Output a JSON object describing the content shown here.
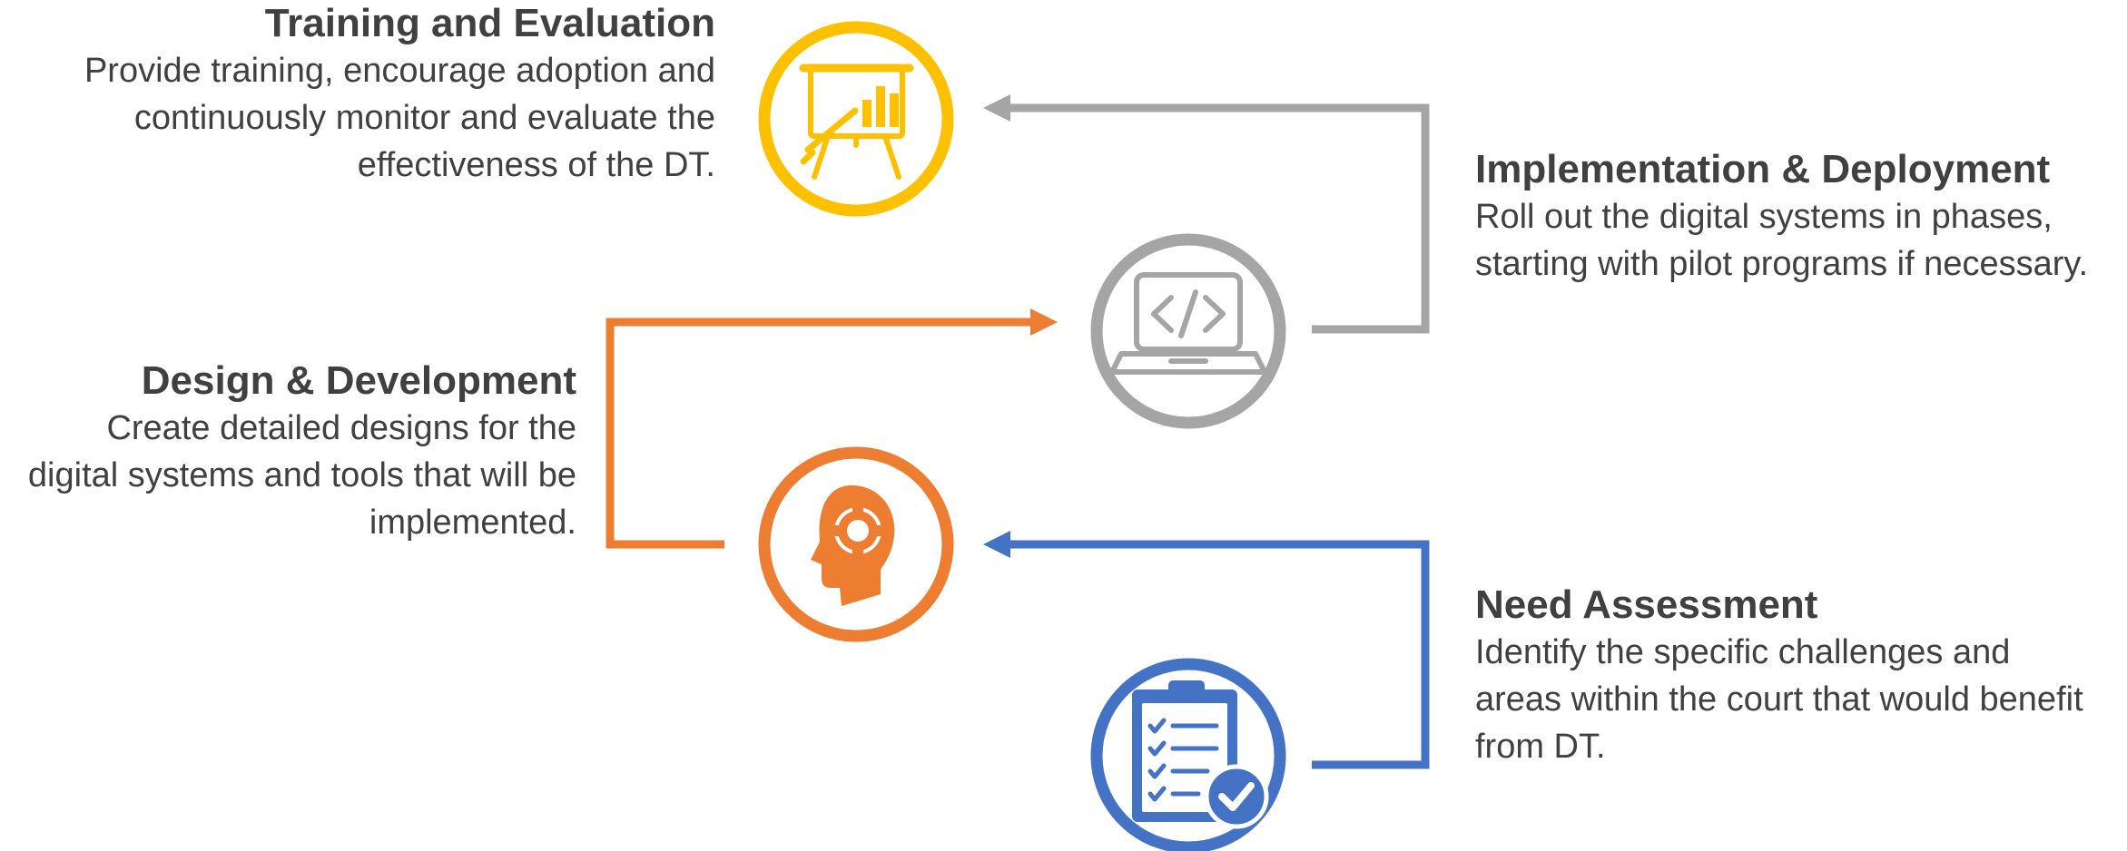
{
  "colors": {
    "training": "#FFC000",
    "implementation": "#A5A5A5",
    "design": "#ED7D31",
    "need": "#4472C4",
    "text": "#404040"
  },
  "steps": {
    "training": {
      "title": "Training and Evaluation",
      "desc": "Provide training, encourage adoption and continuously monitor and evaluate the effectiveness of the DT.",
      "icon": "presentation-board-icon"
    },
    "implementation": {
      "title": "Implementation & Deployment",
      "desc": "Roll out the digital systems in phases, starting with pilot programs if necessary.",
      "icon": "laptop-code-icon"
    },
    "design": {
      "title": "Design & Development",
      "desc": "Create detailed designs for the digital systems and tools that will be implemented.",
      "icon": "head-gear-icon"
    },
    "need": {
      "title": "Need Assessment",
      "desc": "Identify the specific challenges and areas within the court that would benefit from DT.",
      "icon": "clipboard-check-icon"
    }
  }
}
